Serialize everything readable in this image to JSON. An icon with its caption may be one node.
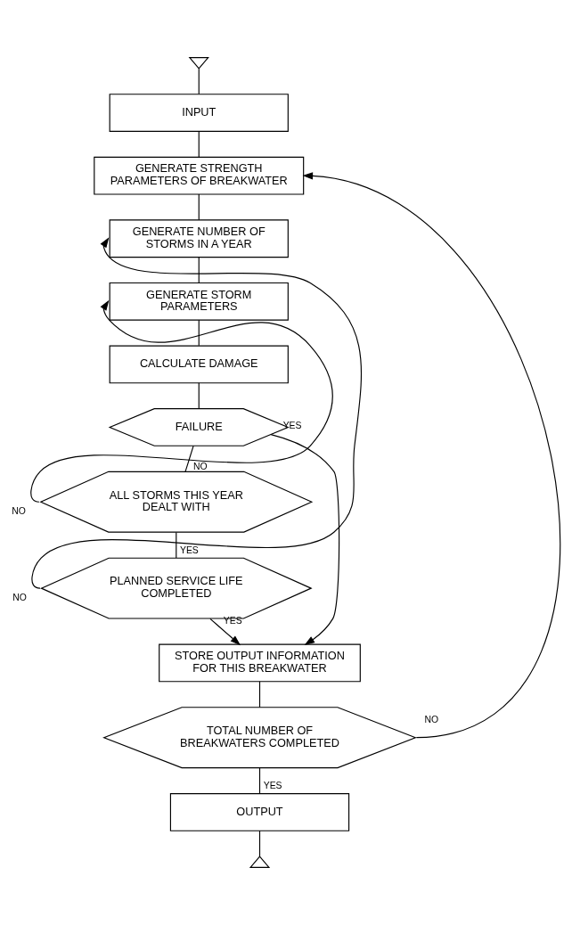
{
  "diagram": {
    "nodes": [
      {
        "text": [],
        "shape": "triangle"
      },
      {
        "text": [
          "INPUT"
        ]
      },
      {
        "text": [
          "GENERATE STRENGTH PARAMETERS OF BREAKWATER"
        ]
      },
      {
        "text": [
          "GENERATE NUMBER OF STORMS IN A YEAR"
        ]
      },
      {
        "text": [
          "GENERATE STORM PARAMETERS"
        ]
      },
      {
        "text": [
          "CALCULATE DAMAGE"
        ]
      },
      {
        "text": [
          "FAILURE"
        ]
      },
      {
        "text": [
          "ALL STORMS THIS YEAR DEALT WITH"
        ]
      },
      {
        "text": [
          "PLANNED SERVICE LIFE COMPLETED"
        ]
      },
      {
        "text": [
          "STORE OUTPUT INFORMATION FOR THIS BREAKWATER"
        ]
      },
      {
        "text": [
          "TOTAL NUMBER OF BREAKWATERS COMPLETED"
        ]
      },
      {
        "text": [
          "OUTPUT"
        ]
      },
      {
        "text": [],
        "shape": "triangle"
      }
    ],
    "edges": [
      {
        "from": 0,
        "to": 1,
        "arrow": "none"
      },
      {
        "from": 1,
        "to": 2,
        "arrow": "none"
      },
      {
        "from": 10,
        "to": 2,
        "arrow": "to",
        "label": "NO"
      },
      {
        "from": 2,
        "to": 3,
        "arrow": "none"
      },
      {
        "from": 8,
        "to": 3,
        "arrow": "to",
        "label": "NO"
      },
      {
        "from": 3,
        "to": 4,
        "arrow": "none"
      },
      {
        "from": 7,
        "to": 4,
        "arrow": "to",
        "label": "NO"
      },
      {
        "from": 4,
        "to": 5,
        "arrow": "none"
      },
      {
        "from": 5,
        "to": 6,
        "arrow": "none"
      },
      {
        "from": 6,
        "to": 7,
        "arrow": "none",
        "label": "NO"
      },
      {
        "from": 6,
        "to": 9,
        "arrow": "to",
        "label": "YES"
      },
      {
        "from": 7,
        "to": 8,
        "arrow": "none",
        "label": "YES"
      },
      {
        "from": 8,
        "to": 9,
        "arrow": "to",
        "label": "YES"
      },
      {
        "from": 9,
        "to": 10,
        "arrow": "none"
      },
      {
        "from": 10,
        "to": 11,
        "arrow": "none",
        "label": "YES"
      },
      {
        "from": 11,
        "to": 12,
        "arrow": "none"
      }
    ]
  }
}
